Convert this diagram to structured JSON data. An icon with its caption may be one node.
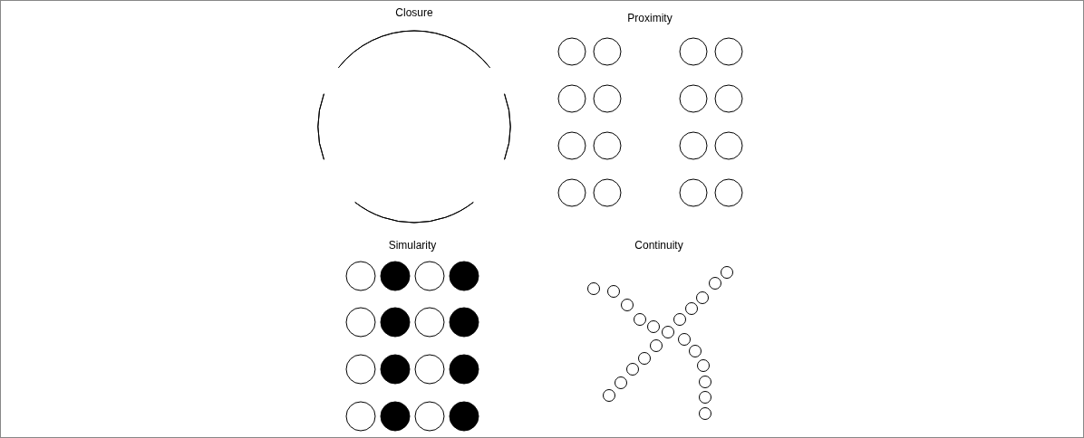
{
  "diagram": {
    "labels": [
      "Closure",
      "Proximity",
      "Simularity",
      "Continuity"
    ]
  }
}
